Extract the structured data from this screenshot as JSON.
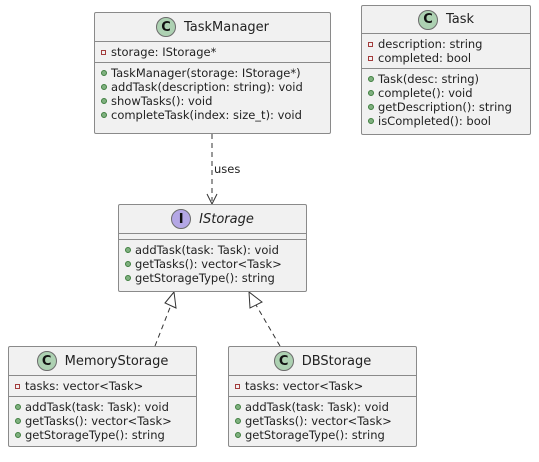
{
  "colors": {
    "class_fill": "#f1f1f1",
    "border": "#8a8a8a",
    "class_badge": "#add1b2",
    "interface_badge": "#b4a7e5",
    "private_marker": "#a23b3b",
    "public_marker": "#7fb07f"
  },
  "classes": {
    "task_manager": {
      "stereotype": "C",
      "name": "TaskManager",
      "fields": [
        "storage: IStorage*"
      ],
      "methods": [
        "TaskManager(storage: IStorage*)",
        "addTask(description: string): void",
        "showTasks(): void",
        "completeTask(index: size_t): void"
      ]
    },
    "task": {
      "stereotype": "C",
      "name": "Task",
      "fields": [
        "description: string",
        "completed: bool"
      ],
      "methods": [
        "Task(desc: string)",
        "complete(): void",
        "getDescription(): string",
        "isCompleted(): bool"
      ]
    },
    "istorage": {
      "stereotype": "I",
      "name": "IStorage",
      "methods": [
        "addTask(task: Task): void",
        "getTasks(): vector<Task>",
        "getStorageType(): string"
      ]
    },
    "memory_storage": {
      "stereotype": "C",
      "name": "MemoryStorage",
      "fields": [
        "tasks: vector<Task>"
      ],
      "methods": [
        "addTask(task: Task): void",
        "getTasks(): vector<Task>",
        "getStorageType(): string"
      ]
    },
    "db_storage": {
      "stereotype": "C",
      "name": "DBStorage",
      "fields": [
        "tasks: vector<Task>"
      ],
      "methods": [
        "addTask(task: Task): void",
        "getTasks(): vector<Task>",
        "getStorageType(): string"
      ]
    }
  },
  "relations": {
    "uses_label": "uses"
  }
}
